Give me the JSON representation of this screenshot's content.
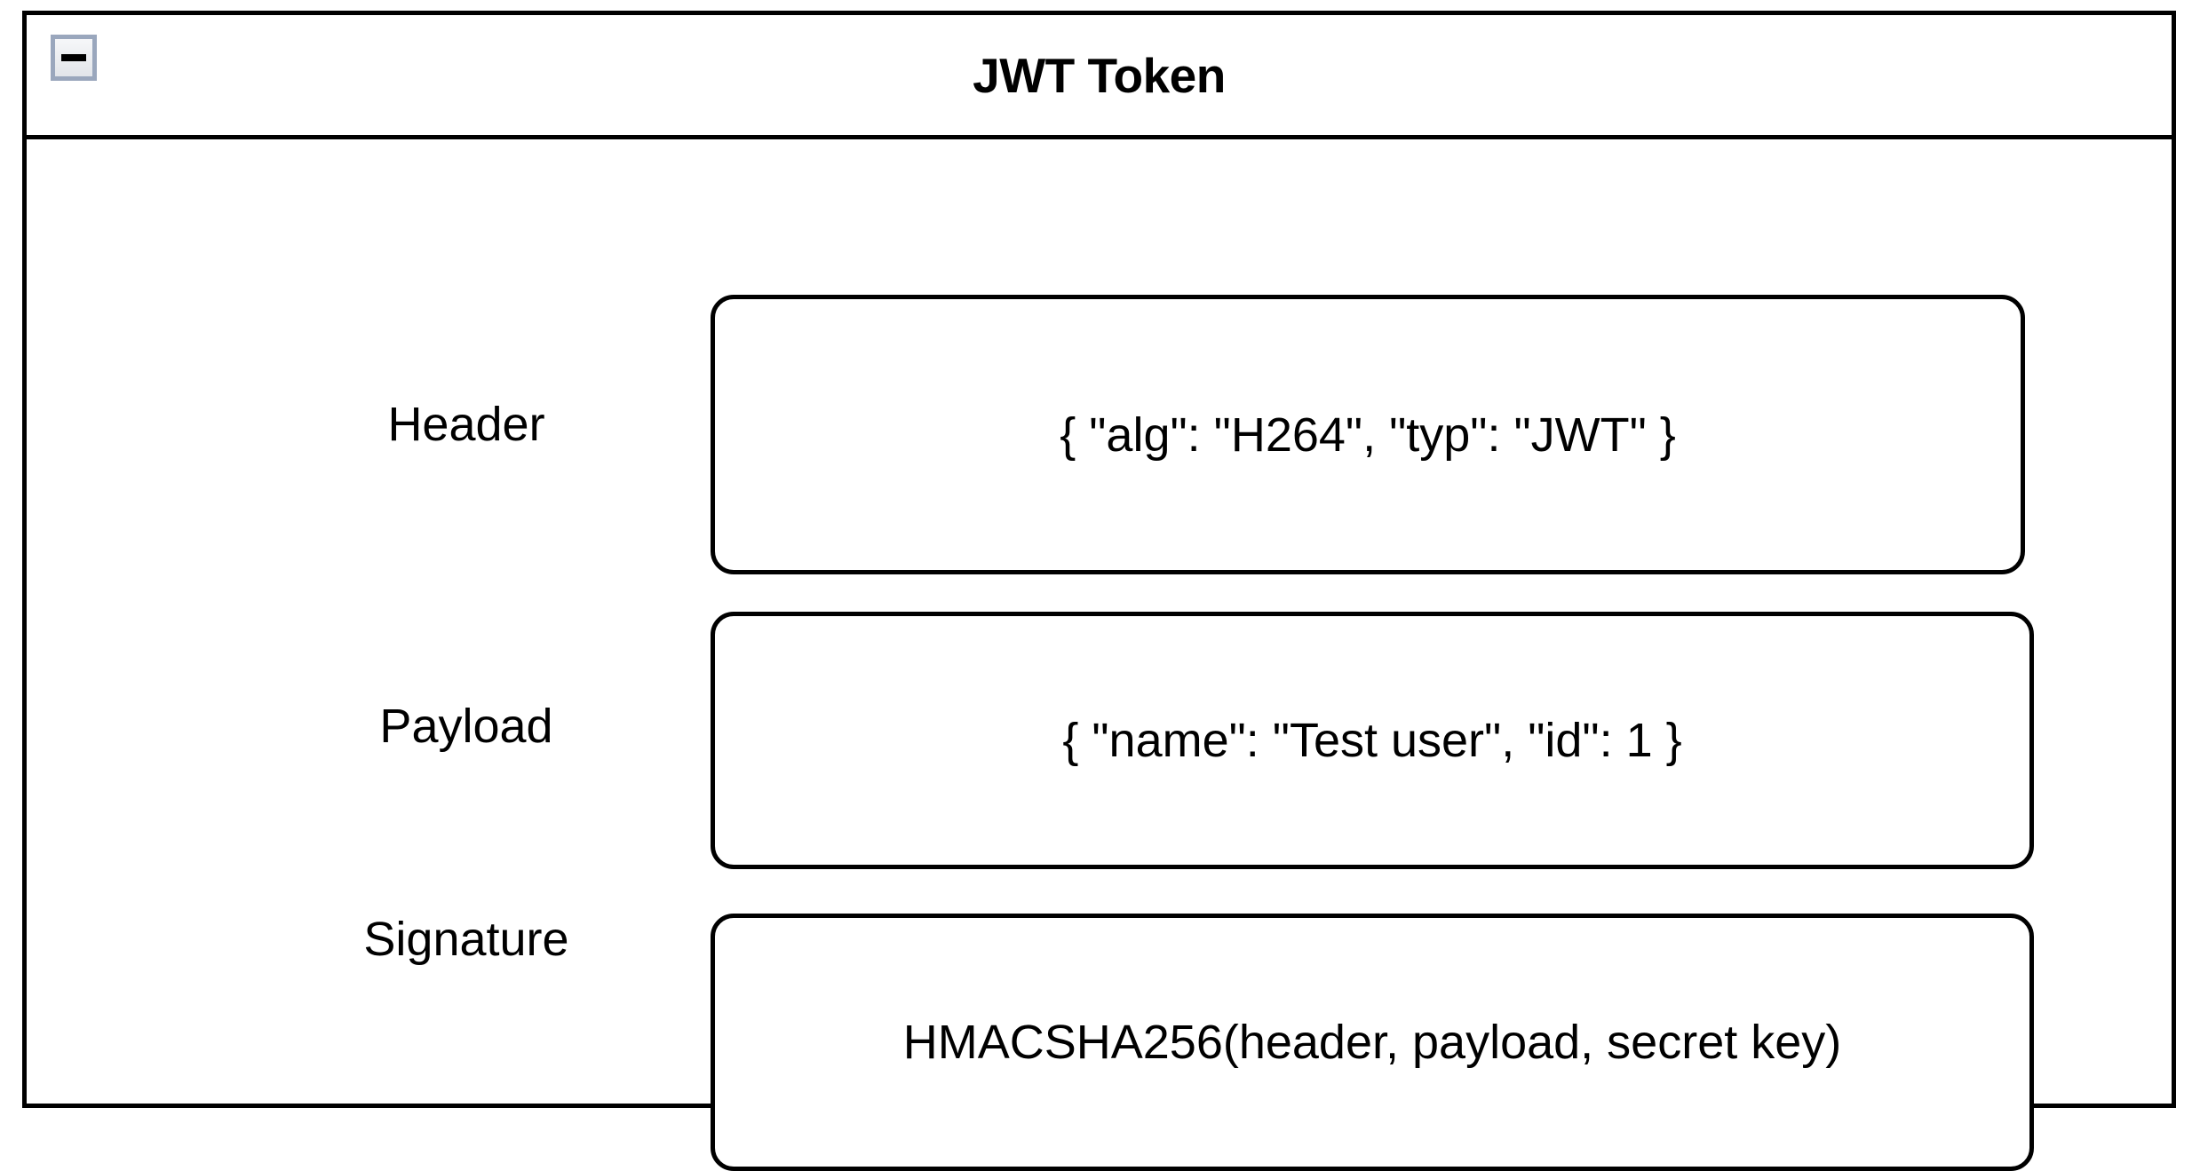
{
  "window": {
    "title": "JWT Token",
    "collapse_button": {
      "name": "collapse-button",
      "glyph": "minus-icon",
      "border_color": "#9aa7bd",
      "fill_color": "#eceef1"
    },
    "frame_color": "#000000",
    "background_color": "#ffffff"
  },
  "rows": [
    {
      "label": "Header",
      "value": "{ \"alg\": \"H264\", \"typ\": \"JWT\" }"
    },
    {
      "label": "Payload",
      "value": "{ \"name\": \"Test user\", \"id\": 1 }"
    },
    {
      "label": "Signature",
      "value": "HMACSHA256(header, payload, secret key)"
    }
  ]
}
